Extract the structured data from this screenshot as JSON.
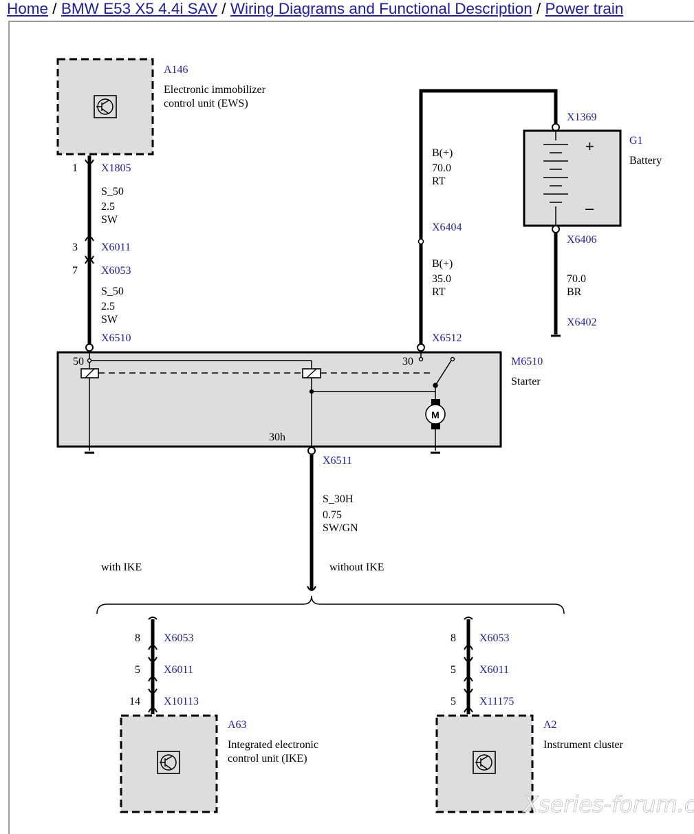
{
  "breadcrumb": {
    "home": "Home",
    "vehicle": "BMW E53 X5 4.4i SAV",
    "section": "Wiring Diagrams and Functional Description",
    "system": "Power train",
    "sep": "/"
  },
  "components": {
    "a146": {
      "id": "A146",
      "name1": "Electronic immobilizer",
      "name2": "control unit (EWS)"
    },
    "g1": {
      "id": "G1",
      "name": "Battery",
      "plus": "+",
      "minus": "–"
    },
    "m6510": {
      "id": "M6510",
      "name": "Starter",
      "pin50": "50",
      "pin30": "30",
      "pin30h": "30h",
      "motor": "M"
    },
    "a63": {
      "id": "A63",
      "name1": "Integrated electronic",
      "name2": "control unit (IKE)"
    },
    "a2": {
      "id": "A2",
      "name": "Instrument cluster"
    }
  },
  "connectors": {
    "x1805": "X1805",
    "x6011": "X6011",
    "x6053": "X6053",
    "x6510": "X6510",
    "x1369": "X1369",
    "x6404": "X6404",
    "x6406": "X6406",
    "x6402": "X6402",
    "x6512": "X6512",
    "x6511": "X6511",
    "x10113": "X10113",
    "x11175": "X11175"
  },
  "pins": {
    "x1805": "1",
    "x6011_top": "3",
    "x6053_top": "7",
    "ike_x6053": "8",
    "ike_x6011": "5",
    "ike_x10113": "14",
    "kombi_x6053": "8",
    "kombi_x6011": "5",
    "kombi_x11175": "5"
  },
  "wires": {
    "s50_a": {
      "signal": "S_50",
      "size": "2.5",
      "color": "SW"
    },
    "s50_b": {
      "signal": "S_50",
      "size": "2.5",
      "color": "SW"
    },
    "bplus_a": {
      "signal": "B(+)",
      "size": "70.0",
      "color": "RT"
    },
    "bplus_b": {
      "signal": "B(+)",
      "size": "35.0",
      "color": "RT"
    },
    "ground": {
      "size": "70.0",
      "color": "BR"
    },
    "s30h": {
      "signal": "S_30H",
      "size": "0.75",
      "color": "SW/GN"
    }
  },
  "variants": {
    "with_ike": "with IKE",
    "without_ike": "without IKE"
  },
  "watermark": "Xseries-forum.com",
  "colors": {
    "link": "#1e1e9e",
    "connector_label": "#22229a",
    "component_fill": "#dddddd"
  }
}
